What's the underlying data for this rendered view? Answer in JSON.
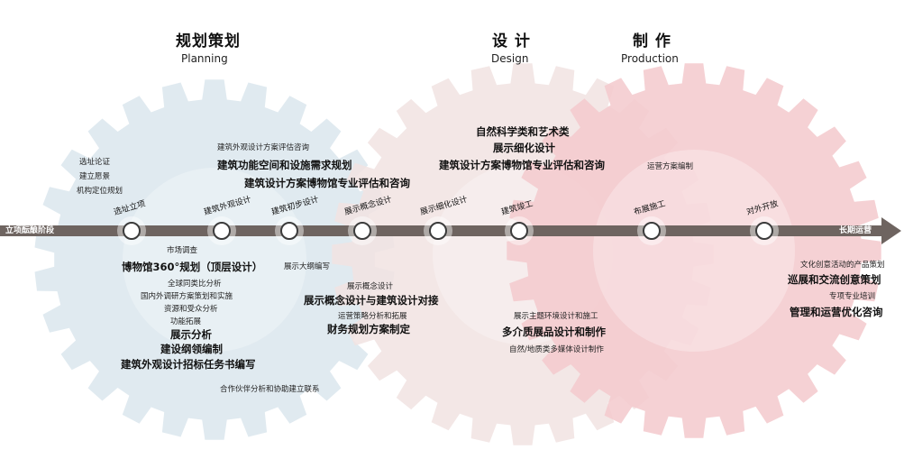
{
  "colors": {
    "gear_planning": "#dde8ee",
    "gear_design": "#f1e3e2",
    "gear_production": "#f3c9cd",
    "timeline": "#6e6460",
    "node_fill": "#ffffff",
    "node_stroke": "#3b3b3b"
  },
  "phases": [
    {
      "cn": "规划策划",
      "en": "Planning"
    },
    {
      "cn": "设 计",
      "en": "Design"
    },
    {
      "cn": "制 作",
      "en": "Production"
    }
  ],
  "timeline": {
    "start_label": "立项酝酿阶段",
    "end_label": "长期运营"
  },
  "nodes": [
    "选址立项",
    "建筑外观设计",
    "建筑初步设计",
    "展示概念设计",
    "展示细化设计",
    "建筑竣工",
    "布展施工",
    "对外开放"
  ],
  "text_top": {
    "site_1": "选址论证",
    "site_2": "建立愿景",
    "site_3": "机构定位规划",
    "plan_a": "建筑外观设计方案评估咨询",
    "plan_b": "建筑功能空间和设施需求规划",
    "plan_c": "建筑设计方案博物馆专业评估和咨询",
    "design_a": "自然科学类和艺术类",
    "design_b": "展示细化设计",
    "design_c": "建筑设计方案博物馆专业评估和咨询",
    "ops": "运营方案编制"
  },
  "text_bottom": {
    "market": "市场调查",
    "plan360": "博物馆360°规划（顶层设计）",
    "compare": "全球同类比分析",
    "domestic": "国内外调研方案策划和实施",
    "audience": "资源和受众分析",
    "function": "功能拓展",
    "exhibit_analysis": "展示分析",
    "outline_compile": "建设纲领编制",
    "tender": "建筑外观设计招标任务书编写",
    "partner": "合作伙伴分析和协助建立联系",
    "outline_write": "展示大纲编写",
    "concept_small": "展示概念设计",
    "concept_dock": "展示概念设计与建筑设计对接",
    "strategy": "运营策略分析和拓展",
    "finance": "财务规划方案制定",
    "env": "展示主题环境设计和施工",
    "media": "多介质展品设计和制作",
    "nature": "自然/地质类多媒体设计制作",
    "product": "文化创意活动的产品策划",
    "tour": "巡展和交流创意策划",
    "training": "专项专业培训",
    "mgmt": "管理和运营优化咨询"
  }
}
